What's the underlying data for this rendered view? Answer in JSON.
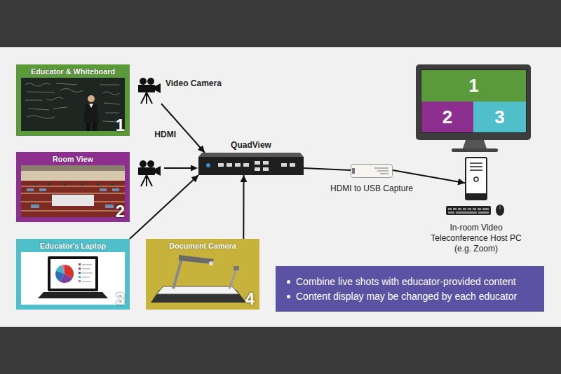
{
  "diagram": {
    "nodes": [
      {
        "text": [
          "Educator & Whiteboard",
          "1"
        ]
      },
      {
        "text": [
          "Video Camera"
        ]
      },
      {
        "text": [
          "Room View",
          "2"
        ]
      },
      {
        "text": [
          "QuadView"
        ]
      },
      {
        "text": [
          "HDMI to USB Capture"
        ]
      },
      {
        "text": [
          "Educator's Laptop",
          "3"
        ]
      },
      {
        "text": [
          "Document Camera",
          "4"
        ]
      },
      {
        "text": [
          "1"
        ]
      },
      {
        "text": [
          "2"
        ]
      },
      {
        "text": [
          "3"
        ]
      },
      {
        "text": [
          "In-room Video Teleconference Host PC (e.g. Zoom)"
        ]
      },
      {
        "text": [
          "Combine live shots with educator-provided content",
          "Content display may be changed by each educator"
        ]
      }
    ],
    "edges": [
      {
        "from": 1,
        "to": 3,
        "arrow": "to",
        "label": "HDMI"
      },
      {
        "from": 5,
        "to": 3,
        "arrow": "to"
      },
      {
        "from": 6,
        "to": 3,
        "arrow": "to"
      },
      {
        "from": 3,
        "to": 4,
        "arrow": "none"
      },
      {
        "from": 4,
        "to": 10,
        "arrow": "to"
      }
    ]
  }
}
